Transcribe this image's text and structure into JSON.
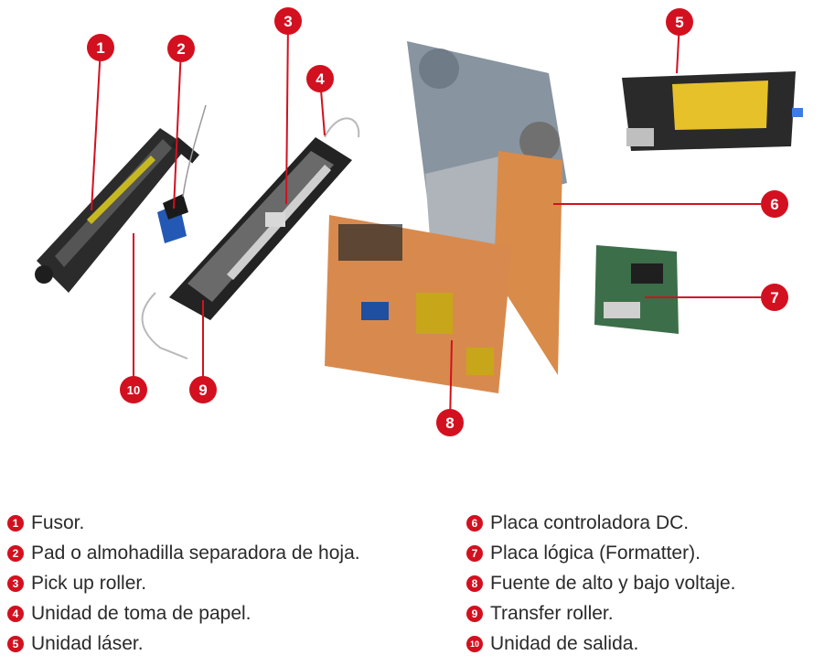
{
  "badges": [
    "1",
    "2",
    "3",
    "4",
    "5",
    "6",
    "7",
    "8",
    "9",
    "10"
  ],
  "legend": {
    "left": [
      {
        "num": "1",
        "text": "Fusor."
      },
      {
        "num": "2",
        "text": "Pad o almohadilla separadora de hoja."
      },
      {
        "num": "3",
        "text": "Pick up roller."
      },
      {
        "num": "4",
        "text": "Unidad de toma de papel."
      },
      {
        "num": "5",
        "text": "Unidad láser."
      }
    ],
    "right": [
      {
        "num": "6",
        "text": "Placa controladora DC."
      },
      {
        "num": "7",
        "text": "Placa lógica (Formatter)."
      },
      {
        "num": "8",
        "text": "Fuente de alto y bajo voltaje."
      },
      {
        "num": "9",
        "text": "Transfer roller."
      },
      {
        "num": "10",
        "text": "Unidad de salida."
      }
    ]
  },
  "colors": {
    "accent": "#d3101f",
    "text": "#2a2a2a"
  }
}
